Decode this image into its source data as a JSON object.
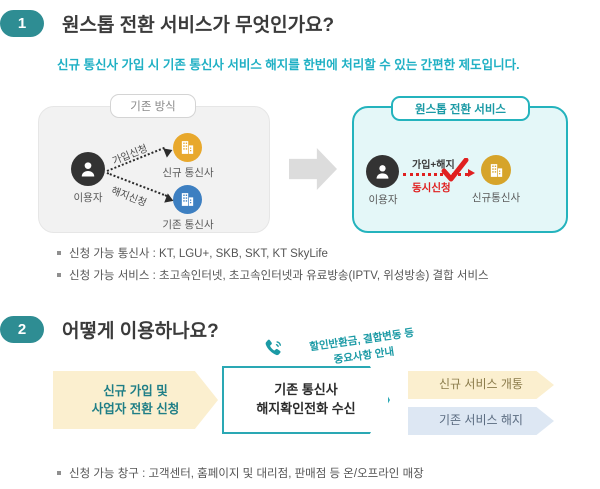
{
  "sections": [
    {
      "badge": "1",
      "title": "원스톱 전환 서비스가 무엇인가요?",
      "subtitle": "신규 통신사 가입 시 기존 통신사 서비스 해지를 한번에 처리할 수 있는 간편한 제도입니다."
    },
    {
      "badge": "2",
      "title": "어떻게 이용하나요?"
    }
  ],
  "diagram": {
    "old_panel": {
      "tab_label": "기존 방식",
      "user_label": "이용자",
      "user_icon": "person-icon",
      "targets": [
        {
          "label": "신규 통신사",
          "icon": "building-icon",
          "color": "#e8a82c"
        },
        {
          "label": "기존 통신사",
          "icon": "building-icon",
          "color": "#3d7fc1"
        }
      ],
      "flows": [
        {
          "label": "가입신청"
        },
        {
          "label": "해지신청"
        }
      ]
    },
    "transition_arrow_icon": "right-arrow-icon",
    "new_panel": {
      "tab_label": "원스톱 전환 서비스",
      "user_label": "이용자",
      "user_icon": "person-icon",
      "flow_label_top": "가입+해지",
      "flow_label_bottom": "동시신청",
      "check_icon": "check-icon",
      "target": {
        "label": "신규통신사",
        "icon": "building-icon",
        "color": "#d6a42a"
      }
    }
  },
  "bullets_section1": [
    "신청 가능 통신사 : KT, LGU+, SKB, SKT, KT SkyLife",
    "신청 가능 서비스 :  초고속인터넷, 초고속인터넷과 유료방송(IPTV, 위성방송) 결합 서비스"
  ],
  "callout": {
    "phone_icon": "phone-icon",
    "text": "할인반환금, 결합변동 등\n중요사항 안내"
  },
  "flow_steps": {
    "step1": "신규 가입 및\n사업자 전환 신청",
    "step2": "기존 통신사\n해지확인전화 수신",
    "result1": "신규 서비스 개통",
    "result2": "기존 서비스 해지"
  },
  "bullets_section2": [
    "신청 가능 창구 : 고객센터, 홈페이지 및 대리점, 판매점 등 온/오프라인 매장"
  ],
  "colors": {
    "teal": "#2e8d93",
    "cyan": "#1fb0c4",
    "panel_new_bg": "#e4f7f8",
    "panel_new_border": "#24b3bd",
    "panel_old_bg": "#f2f2f2",
    "amber": "#e8a82c",
    "blue": "#3d7fc1",
    "red": "#e02020",
    "cream": "#fbefcf",
    "lightblue": "#dde7f3"
  }
}
